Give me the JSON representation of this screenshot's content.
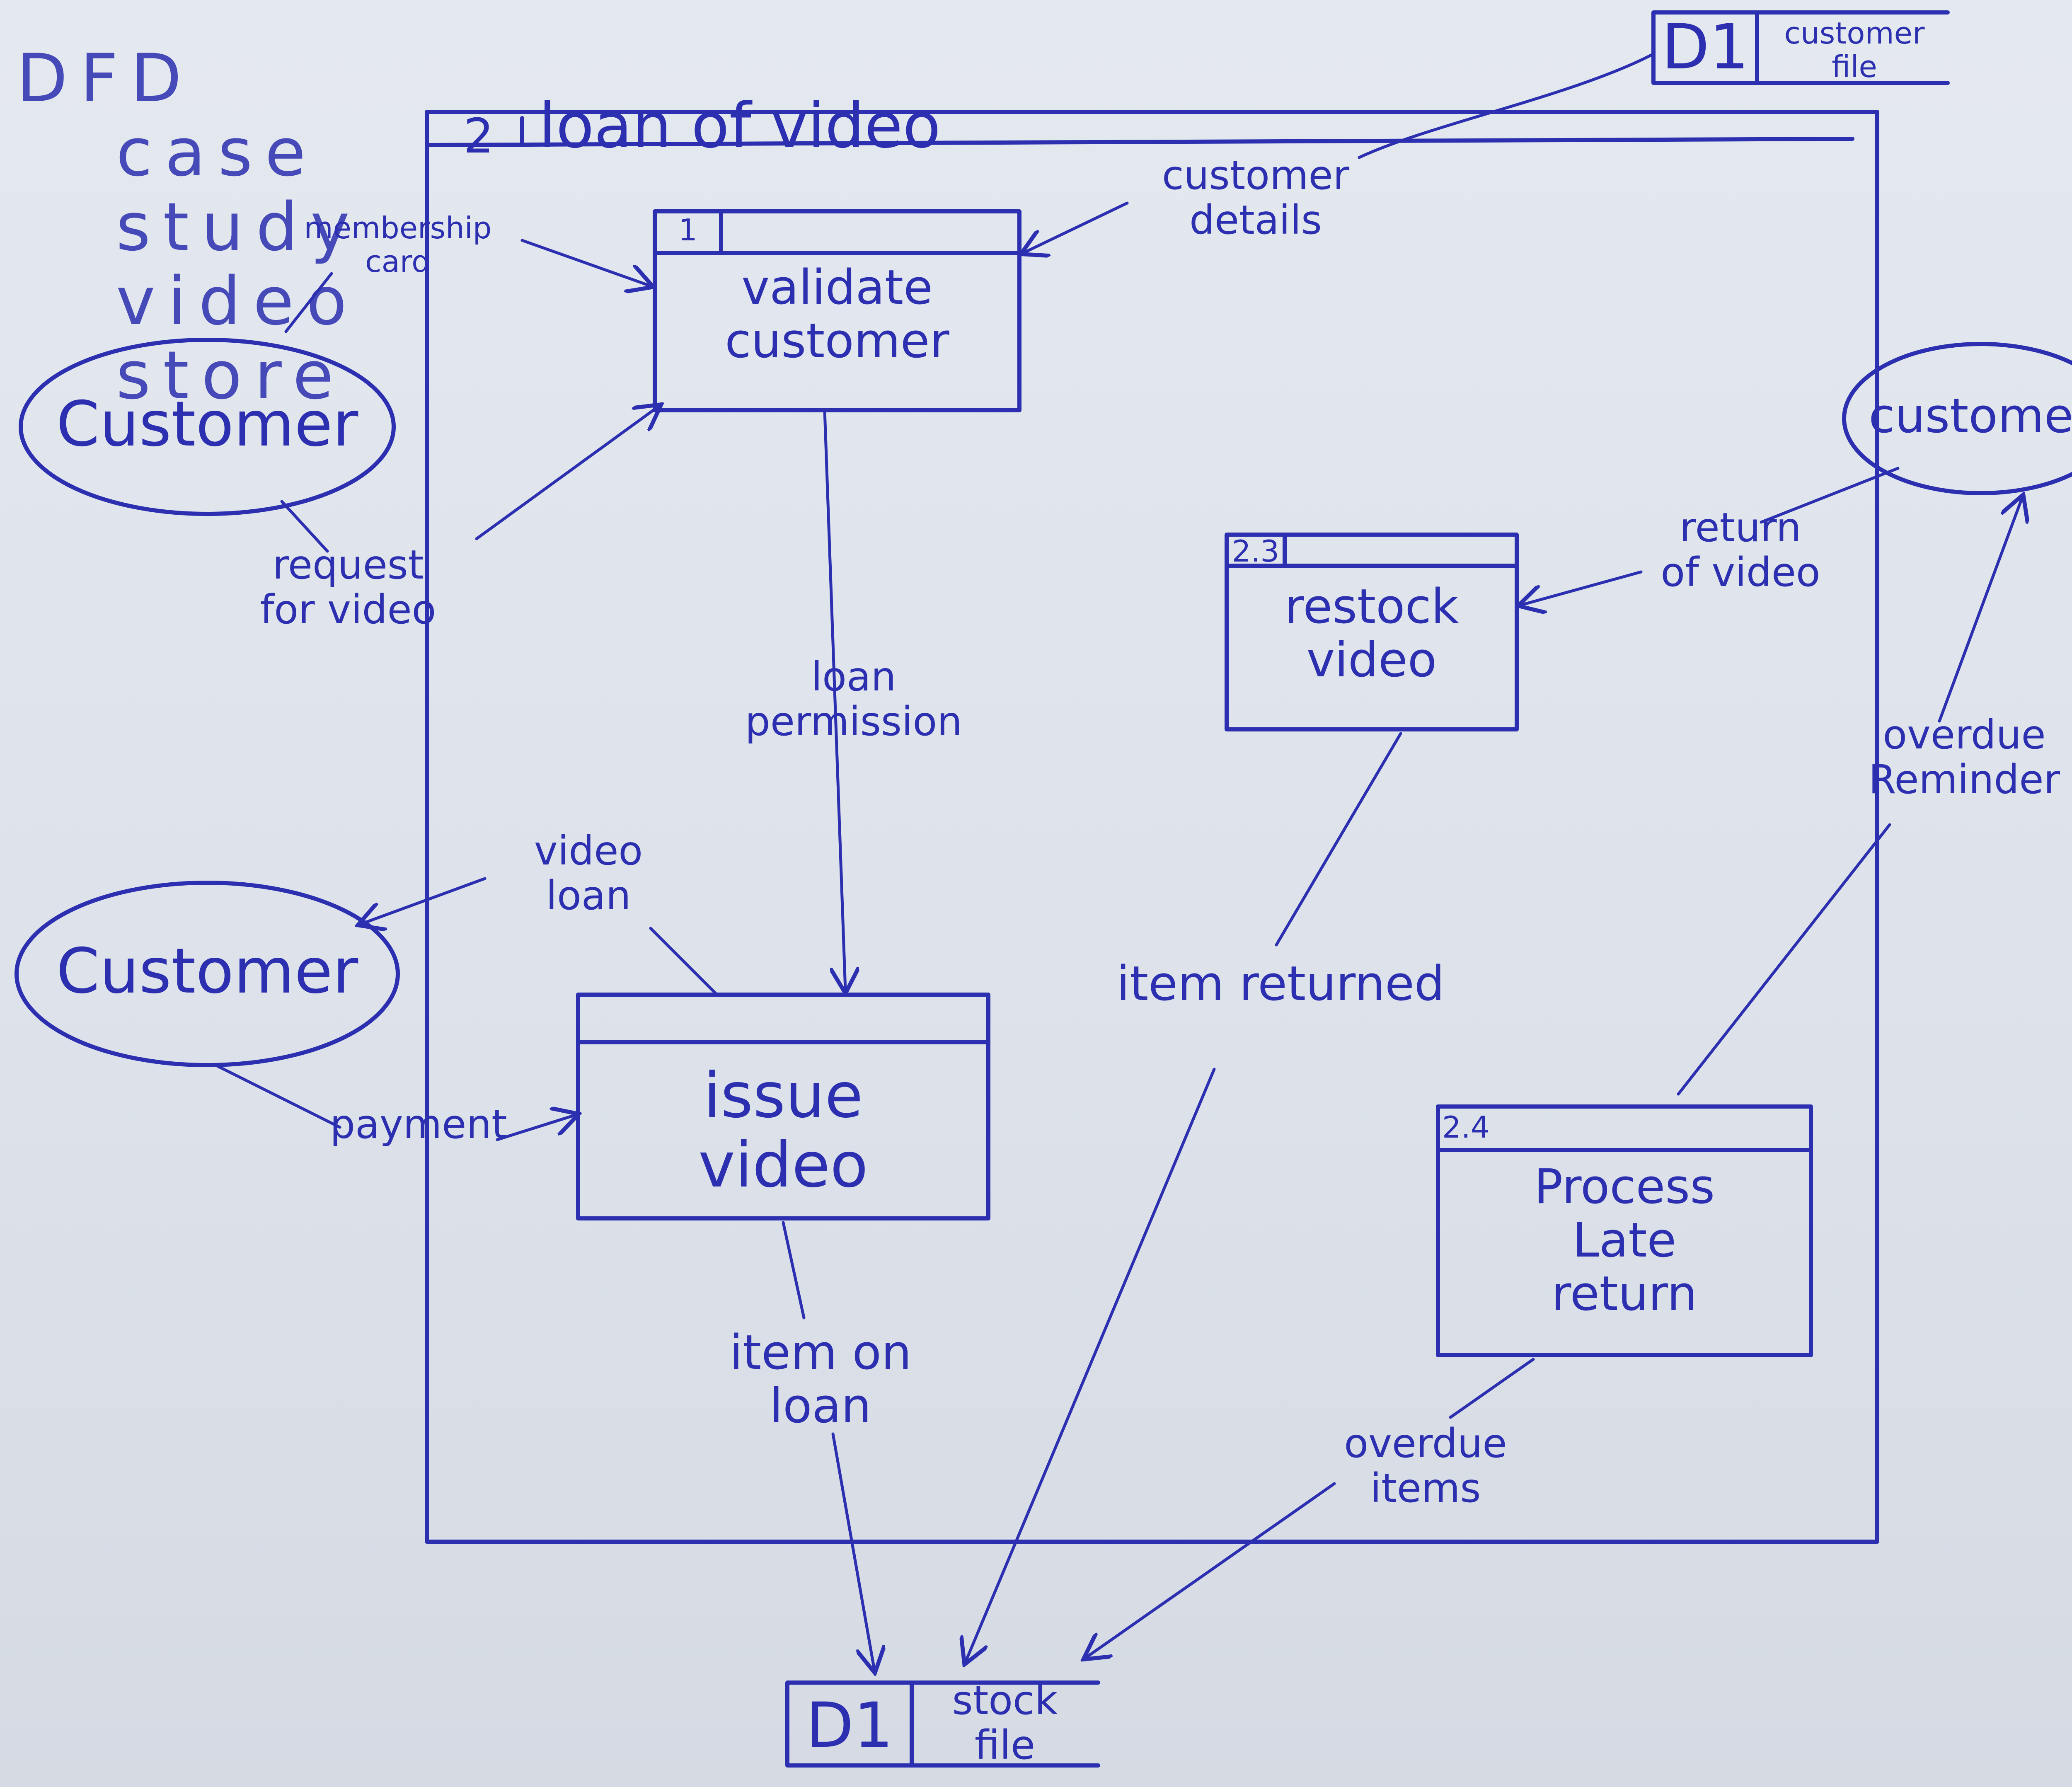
{
  "heading": {
    "words": [
      "DFD",
      "case",
      "study",
      "video",
      "store"
    ]
  },
  "frame": {
    "number": "2",
    "title": "loan of video"
  },
  "entities": {
    "customer_top": "Customer",
    "customer_mid": "Customer",
    "customer_right": "customer"
  },
  "processes": {
    "validate": {
      "id": "1",
      "name": "validate\ncustomer"
    },
    "restock": {
      "id": "2.3",
      "name": "restock\nvideo"
    },
    "issue": {
      "id": "",
      "name": "issue\nvideo"
    },
    "late": {
      "id": "2.4",
      "name": "Process\nLate\nreturn"
    }
  },
  "stores": {
    "customer_file": {
      "id": "D1",
      "name": "customer\nfile"
    },
    "stock_file": {
      "id": "D1",
      "name": "stock\nfile"
    }
  },
  "flows": {
    "membership_card": "membership\ncard",
    "customer_details": "customer\ndetails",
    "request_for_video": "request\nfor video",
    "loan_permission": "loan\npermission",
    "return_of_video": "return\nof video",
    "video_loan": "video\nloan",
    "payment": "payment",
    "item_returned": "item returned",
    "overdue_reminder": "overdue\nReminder",
    "item_on_loan": "item on\nloan",
    "overdue_items": "overdue\nitems"
  },
  "colors": {
    "ink": "#2b2fb0",
    "paper": "#e0e4ec"
  }
}
